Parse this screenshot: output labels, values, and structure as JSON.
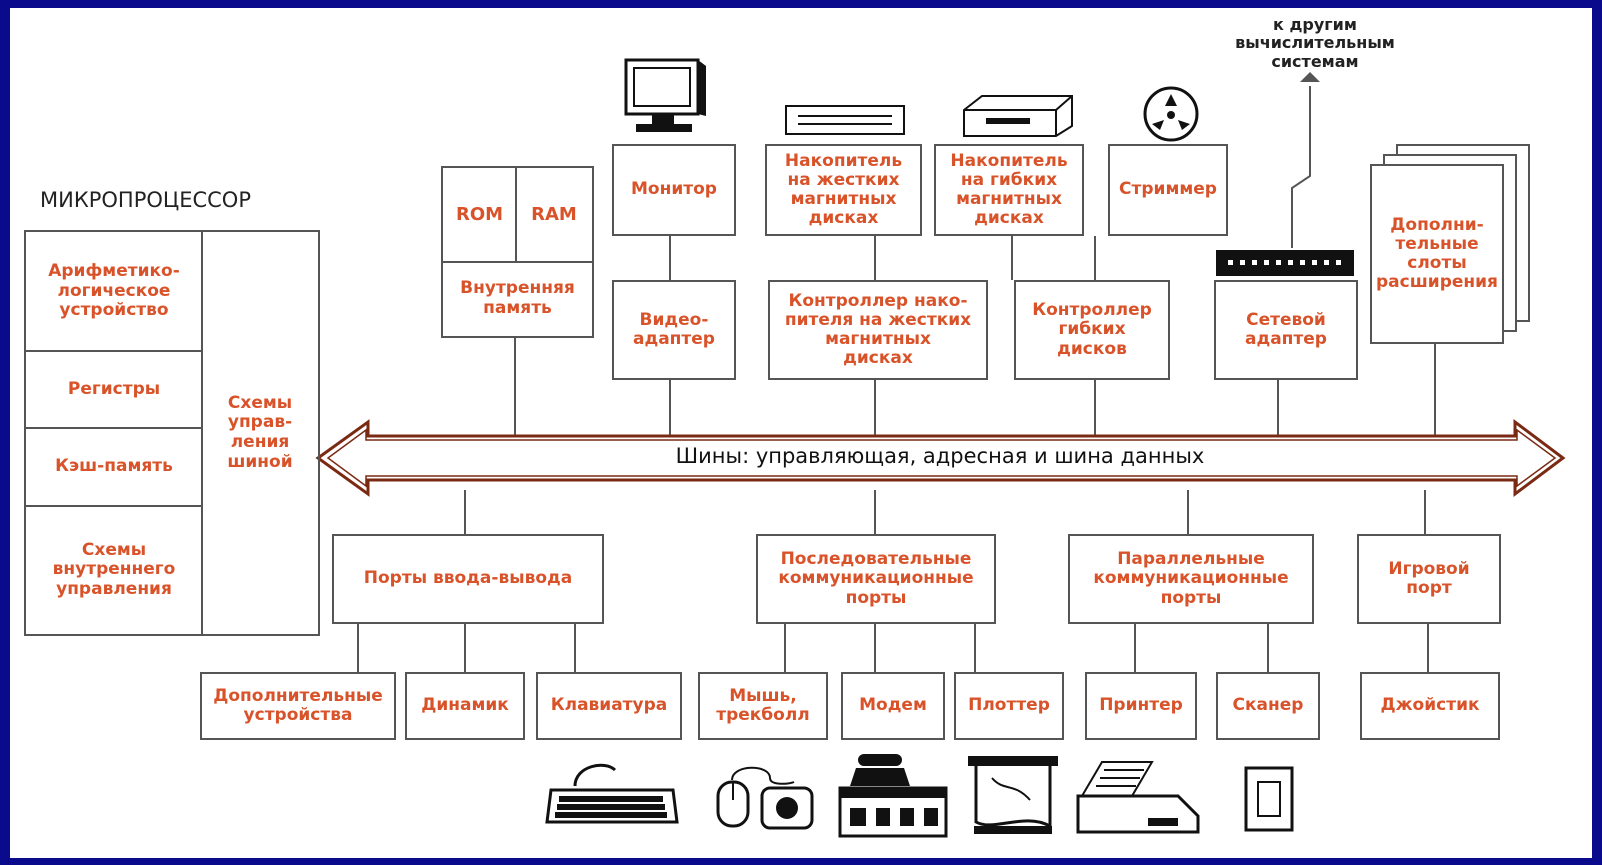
{
  "title": "МИКРОПРОЦЕССОР",
  "external_note": "к другим\nвычислительным\nсистемам",
  "bus_label": "Шины: управляющая, адресная и шина данных",
  "cpu": {
    "alu": "Арифметико-\nлогическое\nустройство",
    "registers": "Регистры",
    "cache": "Кэш-память",
    "internal_control": "Схемы\nвнутреннего\nуправления",
    "bus_control": "Схемы\nуправ-\nления\nшиной"
  },
  "memory": {
    "rom": "ROM",
    "ram": "RAM",
    "label": "Внутренняя\nпамять"
  },
  "top": {
    "monitor": "Монитор",
    "video": "Видео-\nадаптер",
    "hdd": "Накопитель\nна жестких\nмагнитных\nдисках",
    "hdd_ctrl": "Контроллер нако-\nпителя на жестких\nмагнитных\nдисках",
    "fdd": "Накопитель\nна гибких\nмагнитных\nдисках",
    "fdd_ctrl": "Контроллер\nгибких\nдисков",
    "streamer": "Стриммер",
    "network": "Сетевой\nадаптер",
    "slots": "Дополни-\nтельные\nслоты\nрасширения"
  },
  "ports": {
    "io": "Порты ввода-вывода",
    "serial": "Последовательные\nкоммуникационные\nпорты",
    "parallel": "Параллельные\nкоммуникационные\nпорты",
    "game": "Игровой\nпорт"
  },
  "devices": {
    "extra": "Дополнительные\nустройства",
    "speaker": "Динамик",
    "keyboard": "Клавиатура",
    "mouse": "Мышь,\nтрекболл",
    "modem": "Модем",
    "plotter": "Плоттер",
    "printer": "Принтер",
    "scanner": "Сканер",
    "joystick": "Джойстик"
  },
  "colors": {
    "text": "#d9532a",
    "line": "#555555",
    "bus": "#7a2a12",
    "background": "#0a0a8c"
  }
}
